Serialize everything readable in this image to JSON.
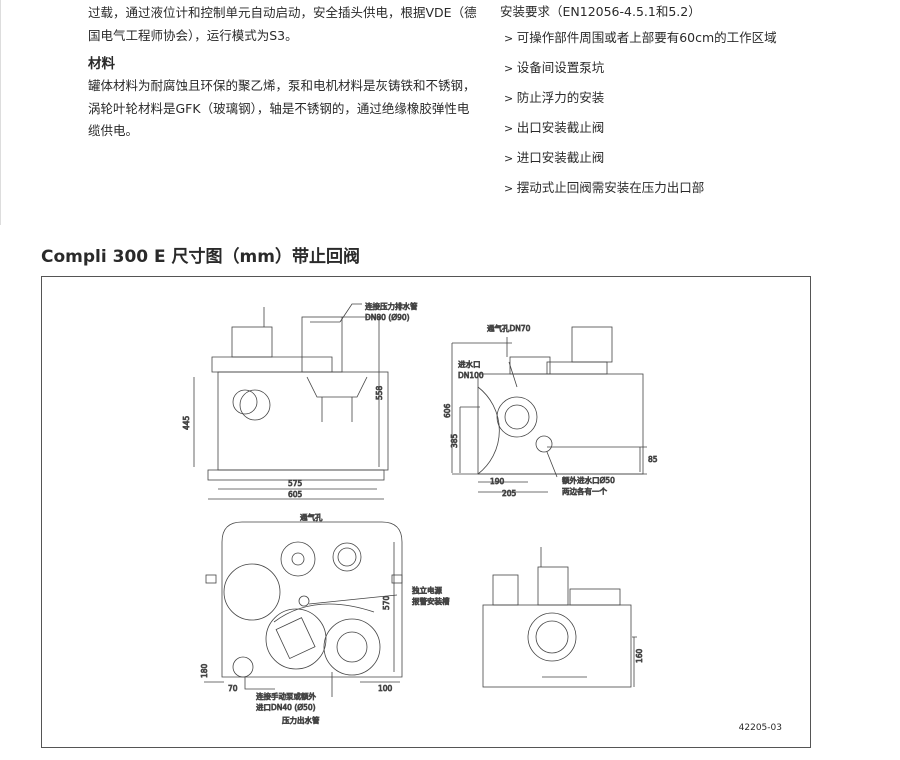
{
  "intro": {
    "para1": "过载，通过液位计和控制单元自动启动，安全插头供电，根据VDE（德国电气工程师协会），运行模式为S3。",
    "materials_title": "材料",
    "materials_text": "罐体材料为耐腐蚀且环保的聚乙烯，泵和电机材料是灰铸铁和不锈钢，涡轮叶轮材料是GFK（玻璃钢），轴是不锈钢的，通过绝缘橡胶弹性电缆供电。"
  },
  "install": {
    "title": "安装要求（EN12056-4.5.1和5.2）",
    "items": [
      "可操作部件周围或者上部要有60cm的工作区域",
      "设备间设置泵坑",
      "防止浮力的安装",
      "出口安装截止阀",
      "进口安装截止阀",
      "摆动式止回阀需安装在压力出口部"
    ]
  },
  "figure": {
    "title": "Compli 300 E 尺寸图（mm）带止回阀",
    "labels": {
      "pressure_pipe": "连接压力排水管",
      "pressure_pipe_dn": "DN80 (Ø90)",
      "vent_dn70": "通气孔DN70",
      "inlet": "进水口",
      "inlet_dn": "DN100",
      "extra_inlet": "额外进水口Ø50",
      "extra_inlet_2": "两边各有一个",
      "vent": "通气孔",
      "alarm": "独立电源",
      "alarm_2": "报警安装槽",
      "hand_pump": "连接手动泵或额外",
      "hand_pump_2": "进口DN40 (Ø50)",
      "outlet": "压力出水管"
    },
    "dims": {
      "d445": "445",
      "d558": "558",
      "d575": "575",
      "d605": "605",
      "d606": "606",
      "d385": "385",
      "d190": "190",
      "d205": "205",
      "d85": "85",
      "d570": "570",
      "d180": "180",
      "d70": "70",
      "d100": "100",
      "d160": "160"
    },
    "code": "42205-03"
  }
}
